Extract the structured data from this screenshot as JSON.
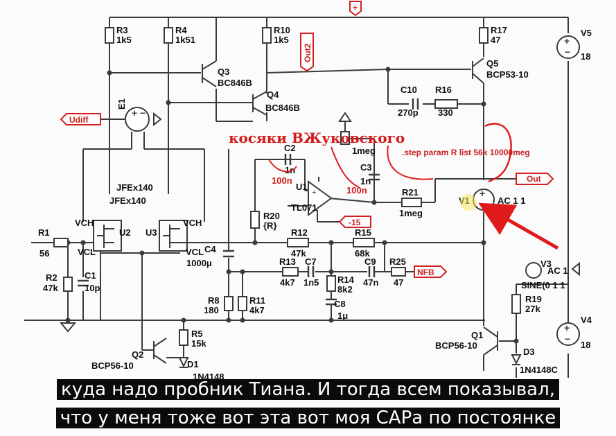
{
  "colors": {
    "wire": "#3a3a3a",
    "component_fill": "#ffffff",
    "net_label_red": "#d42020",
    "arrow_red": "#e01a1a",
    "highlight": "#f6e85a"
  },
  "nets": {
    "plus": "+",
    "out2": "Out2",
    "udiff": "Udiff",
    "out": "Out",
    "minus15": "-15",
    "nfb": "NFB"
  },
  "components": {
    "r3": {
      "name": "R3",
      "value": "1k5"
    },
    "r4": {
      "name": "R4",
      "value": "1k51"
    },
    "r10": {
      "name": "R10",
      "value": "1k5"
    },
    "r17": {
      "name": "R17",
      "value": "47"
    },
    "v5": {
      "name": "V5",
      "value": "18"
    },
    "q3": {
      "name": "Q3",
      "value": "BC846B"
    },
    "q4": {
      "name": "Q4",
      "value": "BC846B"
    },
    "q5": {
      "name": "Q5",
      "value": "BCP53-10"
    },
    "c10": {
      "name": "C10",
      "value": "270p"
    },
    "r16": {
      "name": "R16",
      "value": "330"
    },
    "e1": {
      "name": "E1"
    },
    "c2": {
      "name": "C2",
      "value": "1n"
    },
    "c3": {
      "name": "C3",
      "value": "1n"
    },
    "r_1meg_top": {
      "value": "1meg"
    },
    "u1": {
      "name": "U1",
      "value": "TL071"
    },
    "r21": {
      "name": "R21",
      "value": "1meg"
    },
    "v1": {
      "name": "V1",
      "value": "AC 1 1"
    },
    "jfet": {
      "value1": "JFEx140",
      "value2": "JFEx140"
    },
    "u2": {
      "name": "U2",
      "pin_vch": "VCH",
      "pin_vcl": "VCL"
    },
    "u3": {
      "name": "U3",
      "pin_vch": "VCH",
      "pin_vcl": "VCL"
    },
    "r1": {
      "name": "R1",
      "value": "56"
    },
    "r2": {
      "name": "R2",
      "value": "47k"
    },
    "c1": {
      "name": "C1",
      "value": "10p"
    },
    "r20": {
      "name": "R20",
      "value": "{R}"
    },
    "r12": {
      "name": "R12",
      "value": "47k"
    },
    "r15": {
      "name": "R15",
      "value": "68k"
    },
    "c4": {
      "name": "C4",
      "value": "1000μ"
    },
    "r13": {
      "name": "R13",
      "value": "4k7"
    },
    "c7": {
      "name": "C7",
      "value": "1n5"
    },
    "c9": {
      "name": "C9",
      "value": "47n"
    },
    "r25": {
      "name": "R25",
      "value": "47"
    },
    "r14": {
      "name": "R14",
      "value": "8k2"
    },
    "c8": {
      "name": "C8",
      "value": "1μ"
    },
    "r8": {
      "name": "R8",
      "value": "180"
    },
    "r11": {
      "name": "R11",
      "value": "4k7"
    },
    "v3": {
      "name": "V3",
      "value": "SINE(0 1 1",
      "extra": "AC 1"
    },
    "r19": {
      "name": "R19",
      "value": "27k"
    },
    "v4": {
      "name": "V4",
      "value": "18"
    },
    "r5": {
      "name": "R5",
      "value": "15k"
    },
    "d1": {
      "name": "D1",
      "value": "1N4148"
    },
    "q2": {
      "name": "Q2",
      "value": "BCP56-10"
    },
    "q1": {
      "name": "Q1",
      "value": "BCP56-10"
    },
    "d3": {
      "name": "D3",
      "value": "1N4148C"
    }
  },
  "annotations": {
    "handwritten_title": "косяки ВЖуковского",
    "c2_note": "100n",
    "c3_note": "100n",
    "step_directive": ".step param R list 56k 10000meg"
  },
  "caption": {
    "line1": "куда надо пробник Тиана. И тогда всем показывал,",
    "line2": "что у меня тоже вот эта вот моя САРа по постоянке"
  }
}
